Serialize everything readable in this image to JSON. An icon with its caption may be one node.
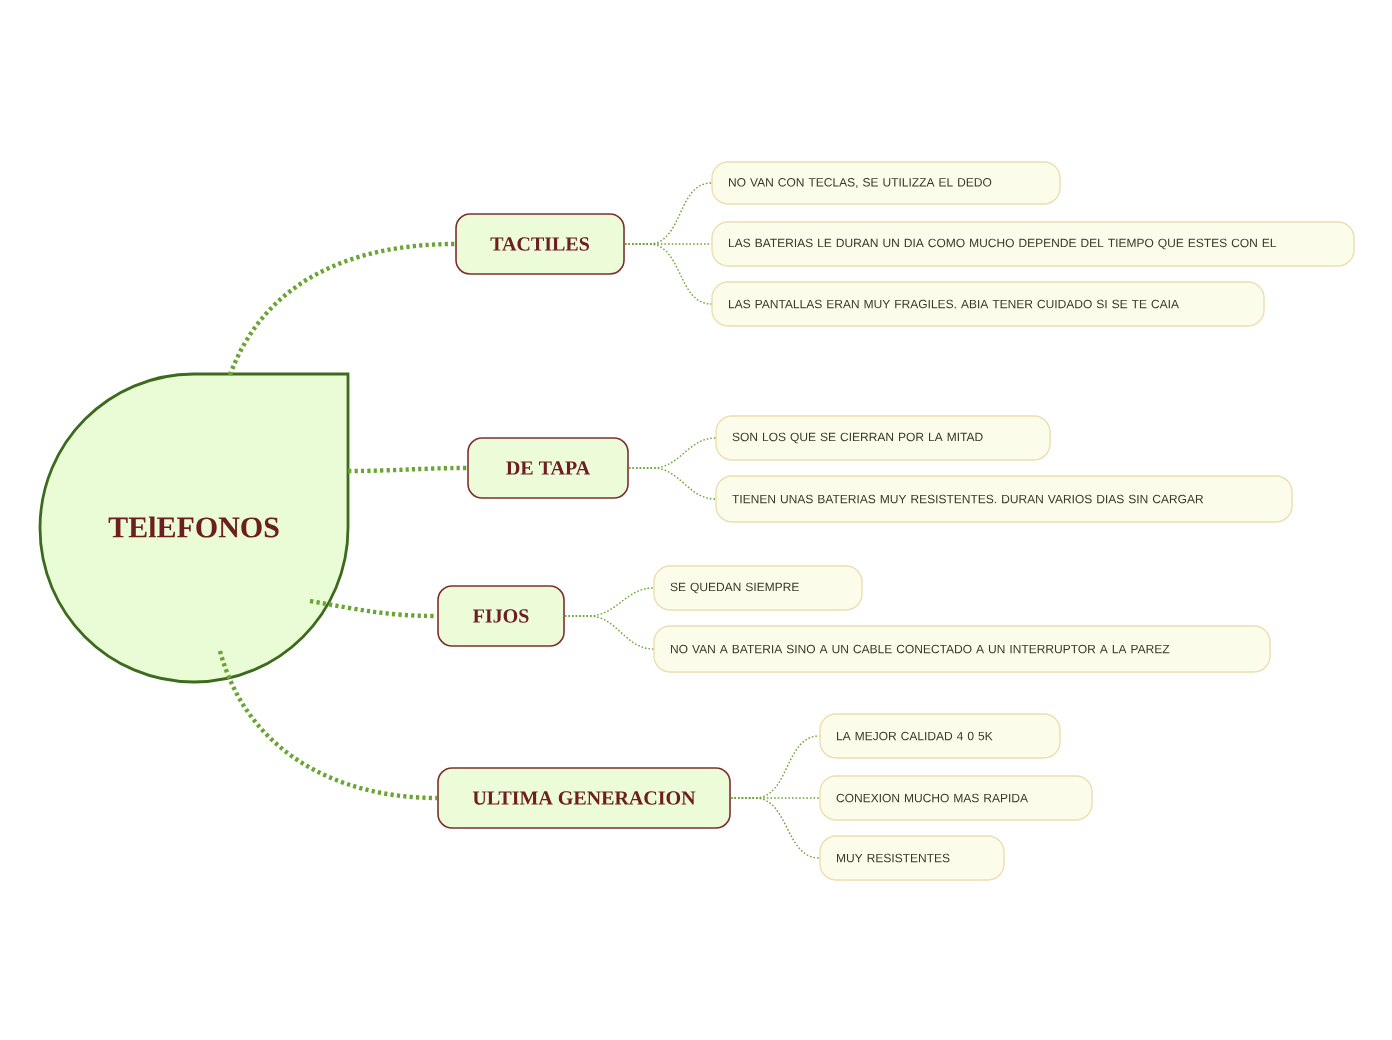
{
  "diagram": {
    "nodes": [
      {
        "text": [
          "TElEFONOS"
        ]
      },
      {
        "text": [
          "TACTILES"
        ]
      },
      {
        "text": [
          "NO VAN CON TECLAS, SE UTILIZZA EL DEDO"
        ]
      },
      {
        "text": [
          "LAS BATERIAS LE DURAN UN DIA COMO MUCHO DEPENDE DEL TIEMPO QUE ESTES CON EL"
        ]
      },
      {
        "text": [
          "LAS PANTALLAS ERAN MUY FRAGILES. ABIA TENER CUIDADO SI SE TE CAIA"
        ]
      },
      {
        "text": [
          "DE TAPA"
        ]
      },
      {
        "text": [
          "SON LOS QUE SE CIERRAN POR LA MITAD"
        ]
      },
      {
        "text": [
          "TIENEN UNAS BATERIAS MUY RESISTENTES. DURAN VARIOS DIAS SIN CARGAR"
        ]
      },
      {
        "text": [
          "FIJOS"
        ]
      },
      {
        "text": [
          "SE QUEDAN SIEMPRE"
        ]
      },
      {
        "text": [
          "NO VAN A BATERIA SINO A UN CABLE CONECTADO A UN INTERRUPTOR A LA PAREZ"
        ]
      },
      {
        "text": [
          "ULTIMA GENERACION"
        ]
      },
      {
        "text": [
          "LA MEJOR CALIDAD 4 0 5K"
        ]
      },
      {
        "text": [
          "CONEXION MUCHO MAS RAPIDA"
        ]
      },
      {
        "text": [
          "MUY RESISTENTES"
        ]
      }
    ],
    "edges": [
      {
        "from": 0,
        "to": 1,
        "arrow": "none",
        "style": "dashed"
      },
      {
        "from": 1,
        "to": 2,
        "arrow": "none"
      },
      {
        "from": 1,
        "to": 3,
        "arrow": "none"
      },
      {
        "from": 1,
        "to": 4,
        "arrow": "none"
      },
      {
        "from": 0,
        "to": 5,
        "arrow": "none",
        "style": "dashed"
      },
      {
        "from": 5,
        "to": 6,
        "arrow": "none"
      },
      {
        "from": 5,
        "to": 7,
        "arrow": "none"
      },
      {
        "from": 0,
        "to": 8,
        "arrow": "none",
        "style": "dashed"
      },
      {
        "from": 8,
        "to": 9,
        "arrow": "none"
      },
      {
        "from": 8,
        "to": 10,
        "arrow": "none"
      },
      {
        "from": 0,
        "to": 11,
        "arrow": "none",
        "style": "dashed"
      },
      {
        "from": 11,
        "to": 12,
        "arrow": "none"
      },
      {
        "from": 11,
        "to": 13,
        "arrow": "none"
      },
      {
        "from": 11,
        "to": 14,
        "arrow": "none"
      }
    ]
  }
}
